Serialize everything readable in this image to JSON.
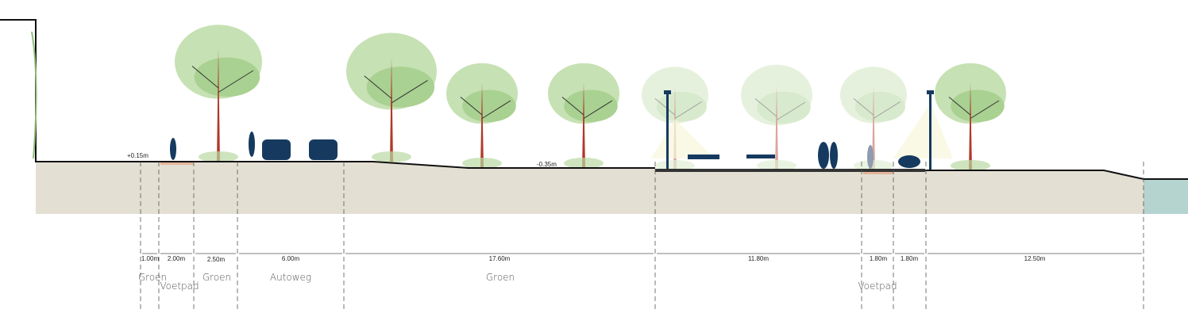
{
  "levels": {
    "high": "+0.15m",
    "low": "-0.35m"
  },
  "dimensions": [
    "1.00m",
    "2.00m",
    "2.50m",
    "6.00m",
    "17.60m",
    "11.80m",
    "1.80m",
    "1.80m",
    "12.50m"
  ],
  "zones": [
    "Groen",
    "Voetpad",
    "Groen",
    "Autoweg",
    "Groen",
    "Voetpad"
  ],
  "colors": {
    "ground": "#e3dfd3",
    "water": "#b5d3cf",
    "tree": "#a9d191",
    "trunk": "#b0392a",
    "figure": "#163a5f"
  }
}
